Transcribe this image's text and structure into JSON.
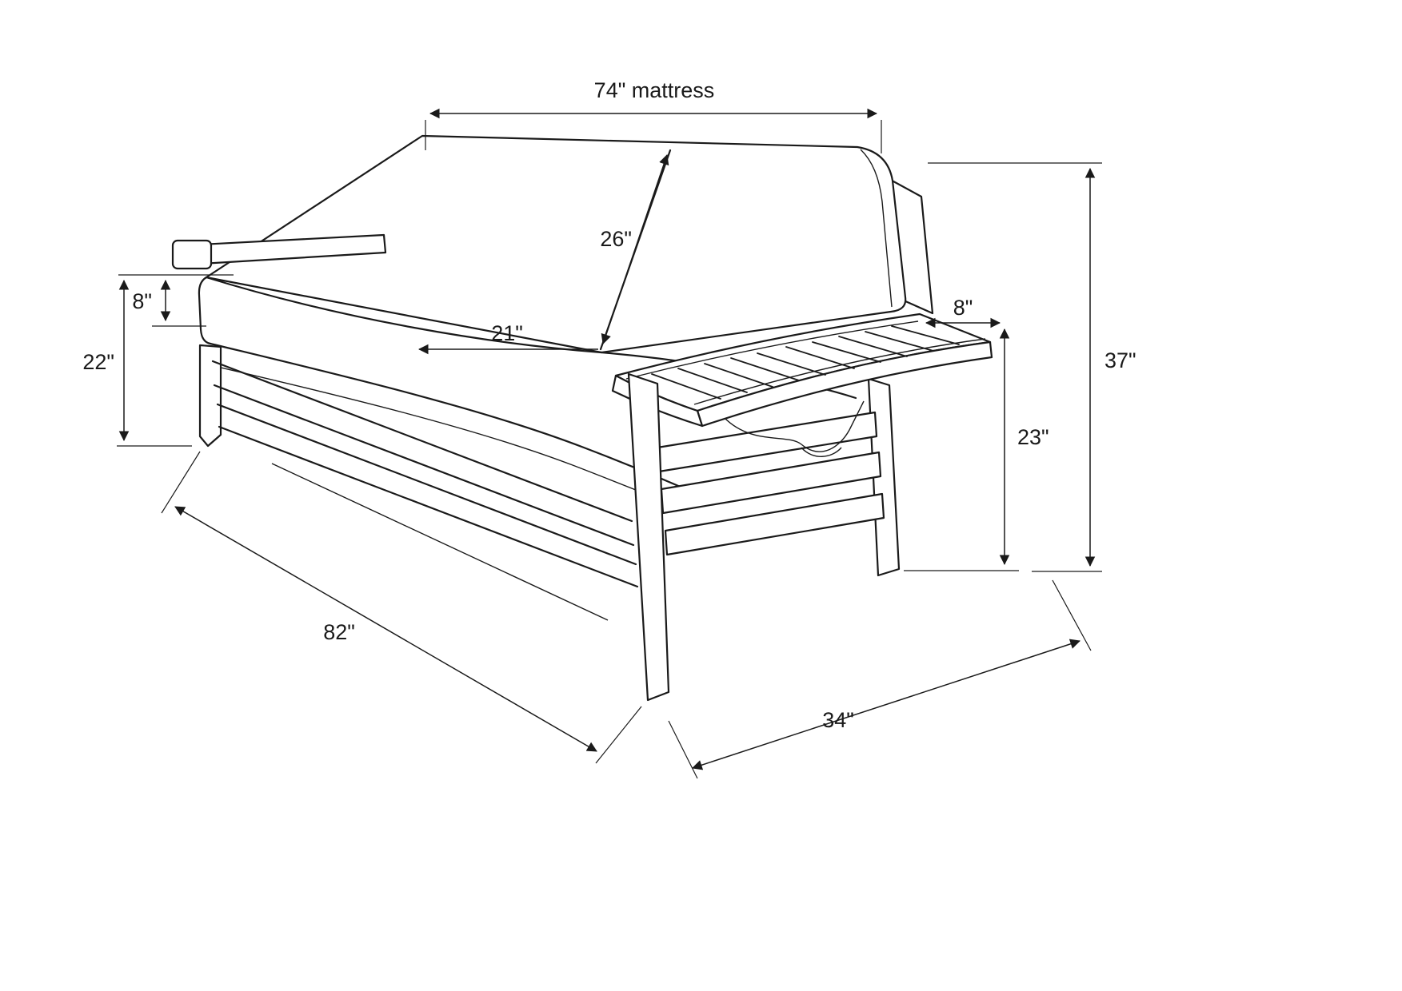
{
  "diagram": {
    "background_color": "#ffffff",
    "line_color": "#1a1a1a",
    "dimensions": {
      "mattress_width": "74\" mattress",
      "back_cushion_length": "26\"",
      "seat_depth": "21\"",
      "mattress_thickness": "8\"",
      "seat_height": "22\"",
      "arm_shelf_width": "8\"",
      "arm_height": "23\"",
      "overall_height": "37\"",
      "overall_length": "82\"",
      "overall_depth": "34\""
    }
  }
}
